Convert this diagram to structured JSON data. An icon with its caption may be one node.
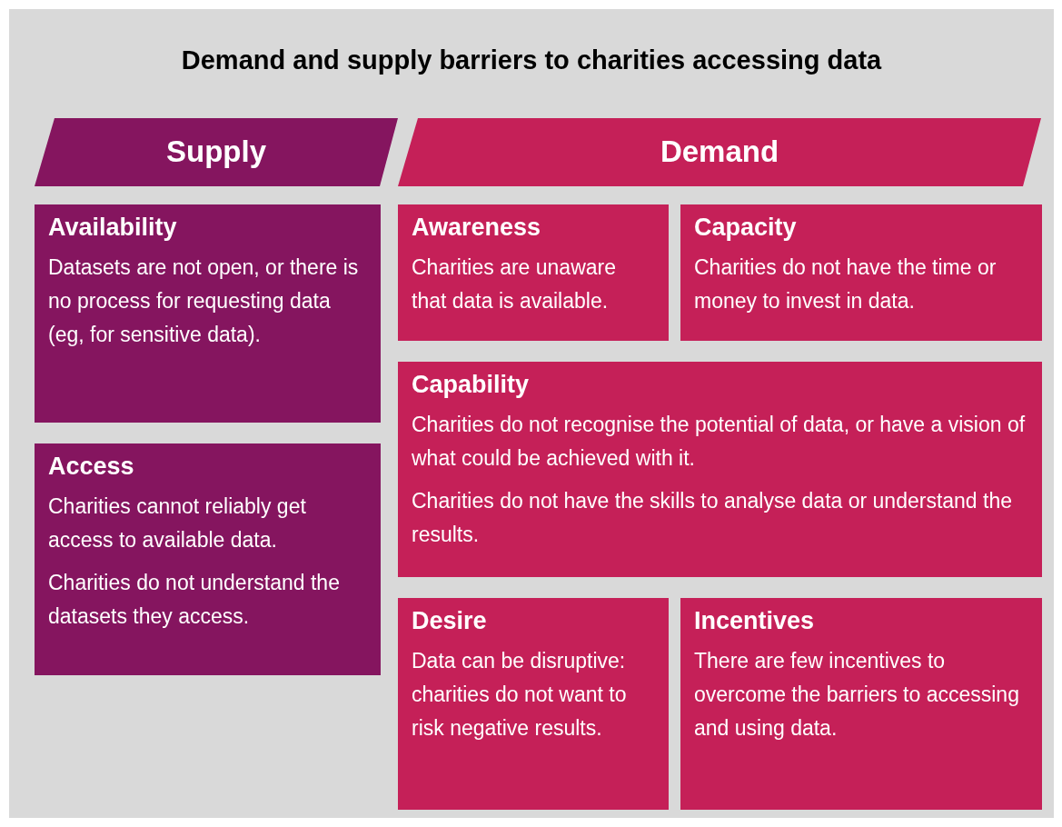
{
  "diagram": {
    "title": "Demand and supply barriers to charities accessing data",
    "nodes": [
      {
        "text": [
          "Supply"
        ]
      },
      {
        "text": [
          "Demand"
        ]
      },
      {
        "text": [
          "Availability",
          "Datasets are not open, or there is no process for requesting data  (eg, for sensitive data)."
        ]
      },
      {
        "text": [
          "Access",
          "Charities cannot reliably get access to available data.",
          "Charities do not understand the datasets they access."
        ]
      },
      {
        "text": [
          "Awareness",
          "Charities are unaware that data is available."
        ]
      },
      {
        "text": [
          "Capacity",
          "Charities do not have the time or money to invest in data."
        ]
      },
      {
        "text": [
          "Capability",
          "Charities do not recognise the potential of data, or have a vision of what could be achieved with it.",
          "Charities do not have the skills to analyse data or understand the results."
        ]
      },
      {
        "text": [
          "Desire",
          "Data can be disruptive: charities do not want to risk negative results."
        ]
      },
      {
        "text": [
          "Incentives",
          "There are few incentives to overcome the barriers to accessing and using data."
        ]
      }
    ],
    "edges": []
  }
}
